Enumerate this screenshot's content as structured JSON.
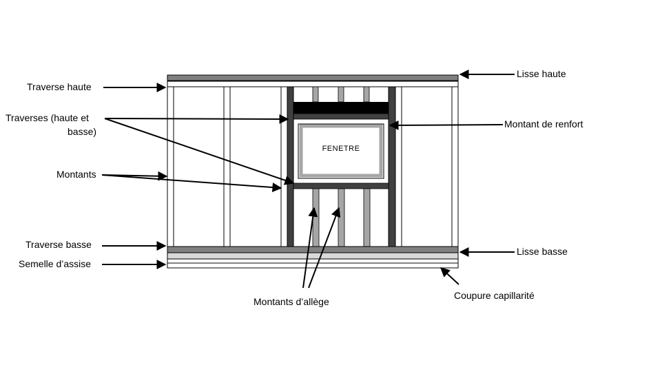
{
  "labels": {
    "traverse_haute": "Traverse haute",
    "traverses_line1": "Traverses (haute et",
    "traverses_line2": "basse)",
    "montants": "Montants",
    "traverse_basse": "Traverse basse",
    "semelle": "Semelle d’assise",
    "lisse_haute": "Lisse haute",
    "montant_renfort": "Montant de renfort",
    "lisse_basse": "Lisse basse",
    "coupure": "Coupure capillarité",
    "montants_allege": "Montants d’allège",
    "fenetre": "FENETRE"
  },
  "colors": {
    "outline": "#000000",
    "dark_gray": "#404040",
    "mid_gray": "#808080",
    "light_gray": "#a6a6a6",
    "pale_gray": "#d9d9d9",
    "white": "#ffffff"
  }
}
